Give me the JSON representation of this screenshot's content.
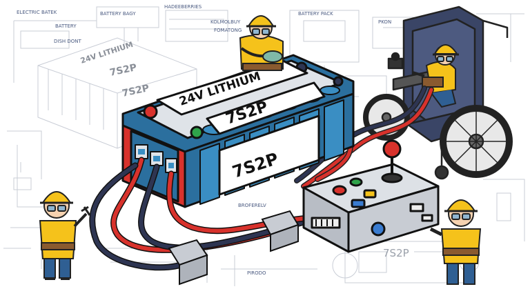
{
  "background_labels": {
    "electric_label": "ELECTRIC BATEK",
    "battery_small": "BATTERY",
    "dish_label": "DISH DONT",
    "battery_bagy": "BATTERY BAGY",
    "hadeeberries": "HADEEBERRIES",
    "kolmolbuy": "KOLMOLBUY",
    "formatong": "FOMATONG",
    "battery_pack": "BATTERY PACK",
    "pkon": "PKON",
    "broferelv": "BROFERELV",
    "pirodo": "PIRODO",
    "bg_sketch_24v": "24V LITHIUM",
    "bg_sketch_7s2p_a": "7S2P",
    "bg_sketch_7s2p_b": "7S2P",
    "bg_bottom_7s2p": "7S2P"
  },
  "battery": {
    "top_label": "24V LITHIUM",
    "top_config": "7S2P",
    "front_config": "7S2P"
  },
  "colors": {
    "battery_blue": "#2b6f9e",
    "cell_blue": "#3a8ec3",
    "wire_red": "#d8322c",
    "wire_navy": "#2e3552",
    "hardhat_yellow": "#f5c21b",
    "controller_gray": "#c8ccd3"
  },
  "characters": [
    "worker-top",
    "worker-wheelchair",
    "worker-left",
    "worker-right"
  ]
}
